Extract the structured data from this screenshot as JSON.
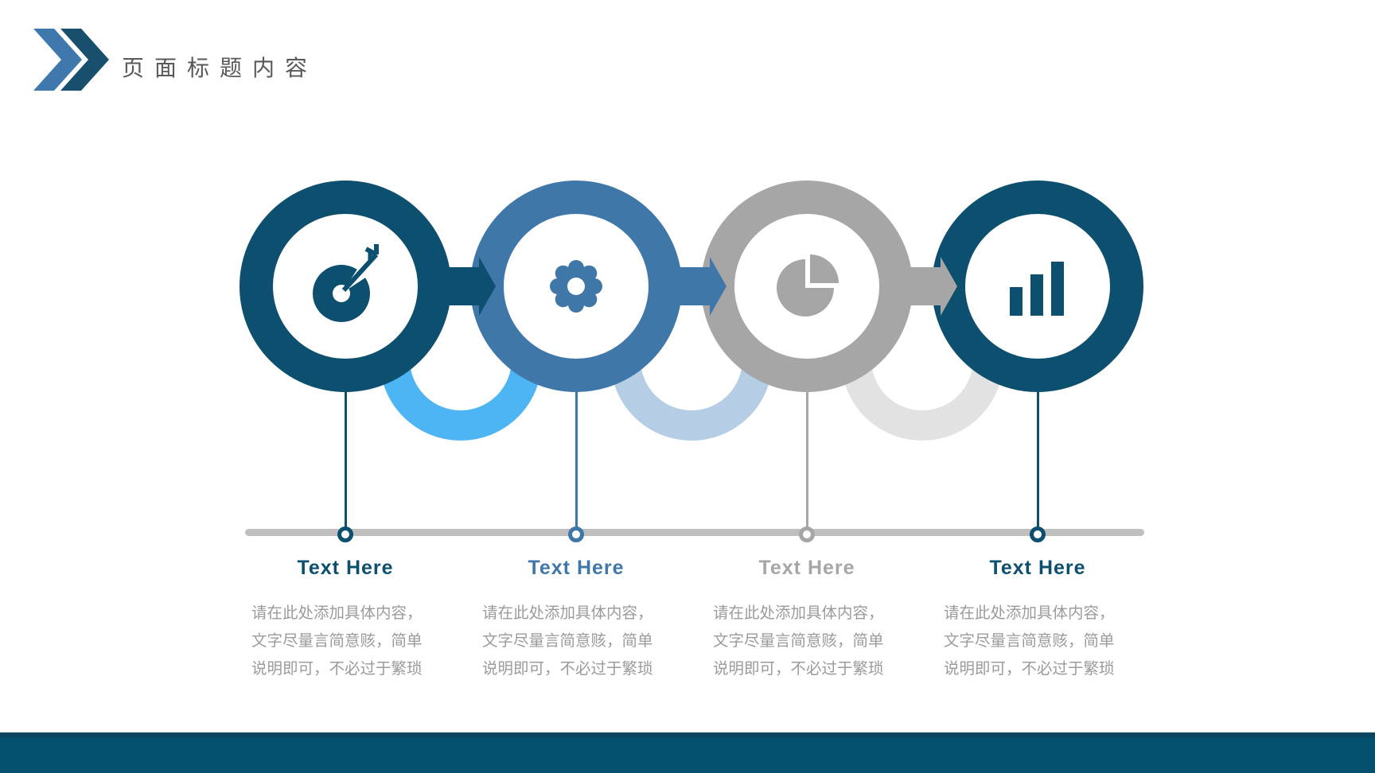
{
  "slide": {
    "title": "页面标题内容"
  },
  "colors": {
    "navy": "#0d4f6e",
    "blue": "#4077a9",
    "gray": "#a6a6a6",
    "sky": "#4db5f4",
    "pale_blue": "#b6cde6",
    "light_gray": "#e2e2e2",
    "timeline": "#bfbfbf",
    "title_text": "#595959",
    "body_text": "#9b9b9b",
    "footer_top": "#0d4660",
    "footer_main": "#04516f",
    "logo_light": "#3e78ad",
    "logo_dark": "#174f6d"
  },
  "icons": {
    "logo": "double-chevron-icon",
    "step_icons": [
      "target-arrow-icon",
      "gear-icon",
      "pie-chart-icon",
      "bar-chart-icon"
    ]
  },
  "steps": [
    {
      "label": "Text Here",
      "desc": [
        "请在此处添加具体内容，",
        "文字尽量言简意赅，简单",
        "说明即可，不必过于繁琐"
      ]
    },
    {
      "label": "Text Here",
      "desc": [
        "请在此处添加具体内容，",
        "文字尽量言简意赅，简单",
        "说明即可，不必过于繁琐"
      ]
    },
    {
      "label": "Text Here",
      "desc": [
        "请在此处添加具体内容，",
        "文字尽量言简意赅，简单",
        "说明即可，不必过于繁琐"
      ]
    },
    {
      "label": "Text Here",
      "desc": [
        "请在此处添加具体内容，",
        "文字尽量言简意赅，简单",
        "说明即可，不必过于繁琐"
      ]
    }
  ]
}
